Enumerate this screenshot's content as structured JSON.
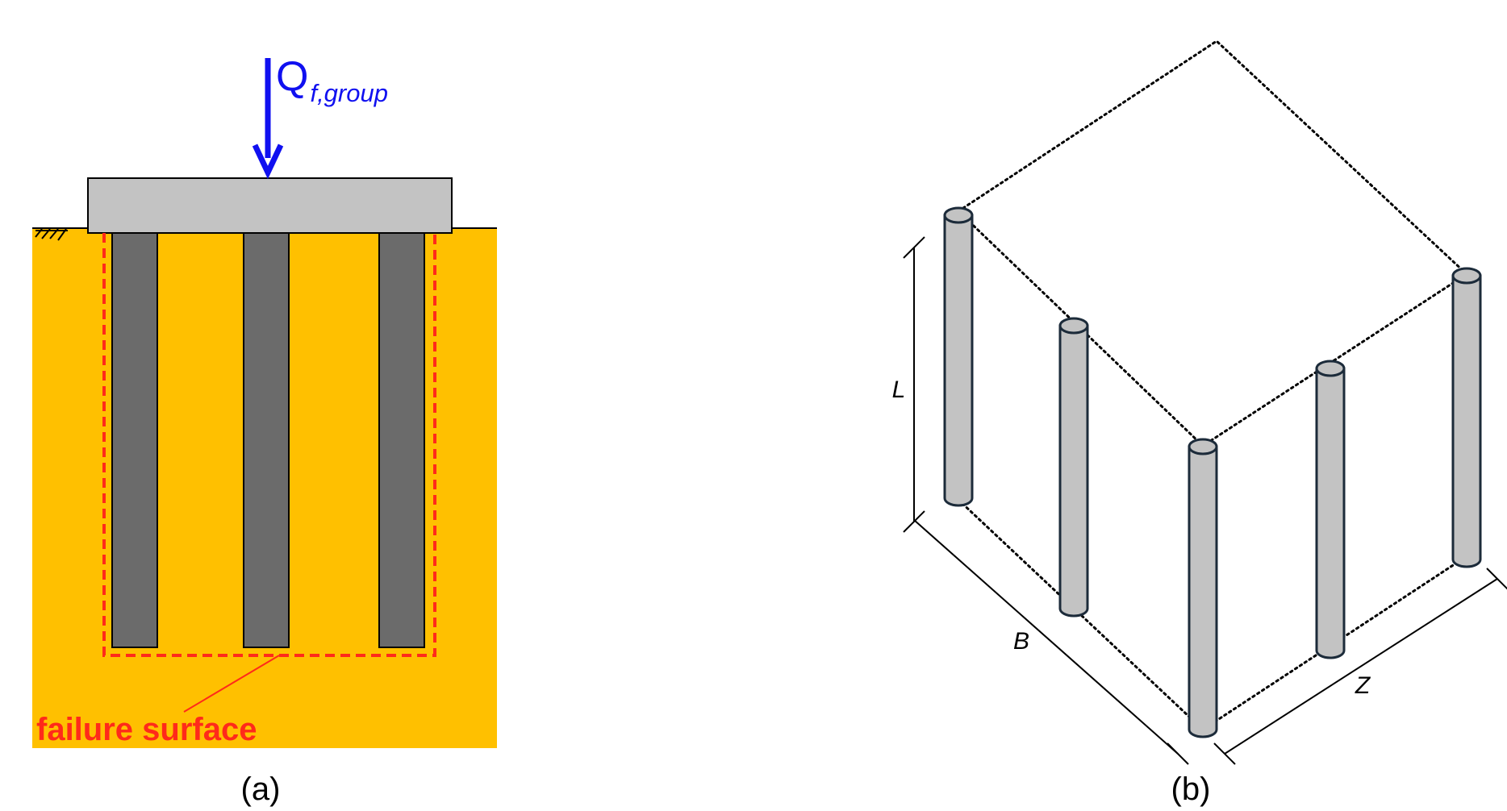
{
  "panel_a": {
    "load_label": "Q",
    "load_subscript": "f,group",
    "failure_label": "failure surface",
    "caption": "(a)"
  },
  "panel_b": {
    "dim_L": "L",
    "dim_B": "B",
    "dim_Z": "Z",
    "caption": "(b)"
  },
  "colors": {
    "soil": "#FFC000",
    "pile_dark": "#6B6B6B",
    "cap": "#C3C3C3",
    "failure": "#FF2A1A",
    "load": "#1010F0",
    "pile_light": "#C3C3C3",
    "outline": "#1C2B3A"
  }
}
